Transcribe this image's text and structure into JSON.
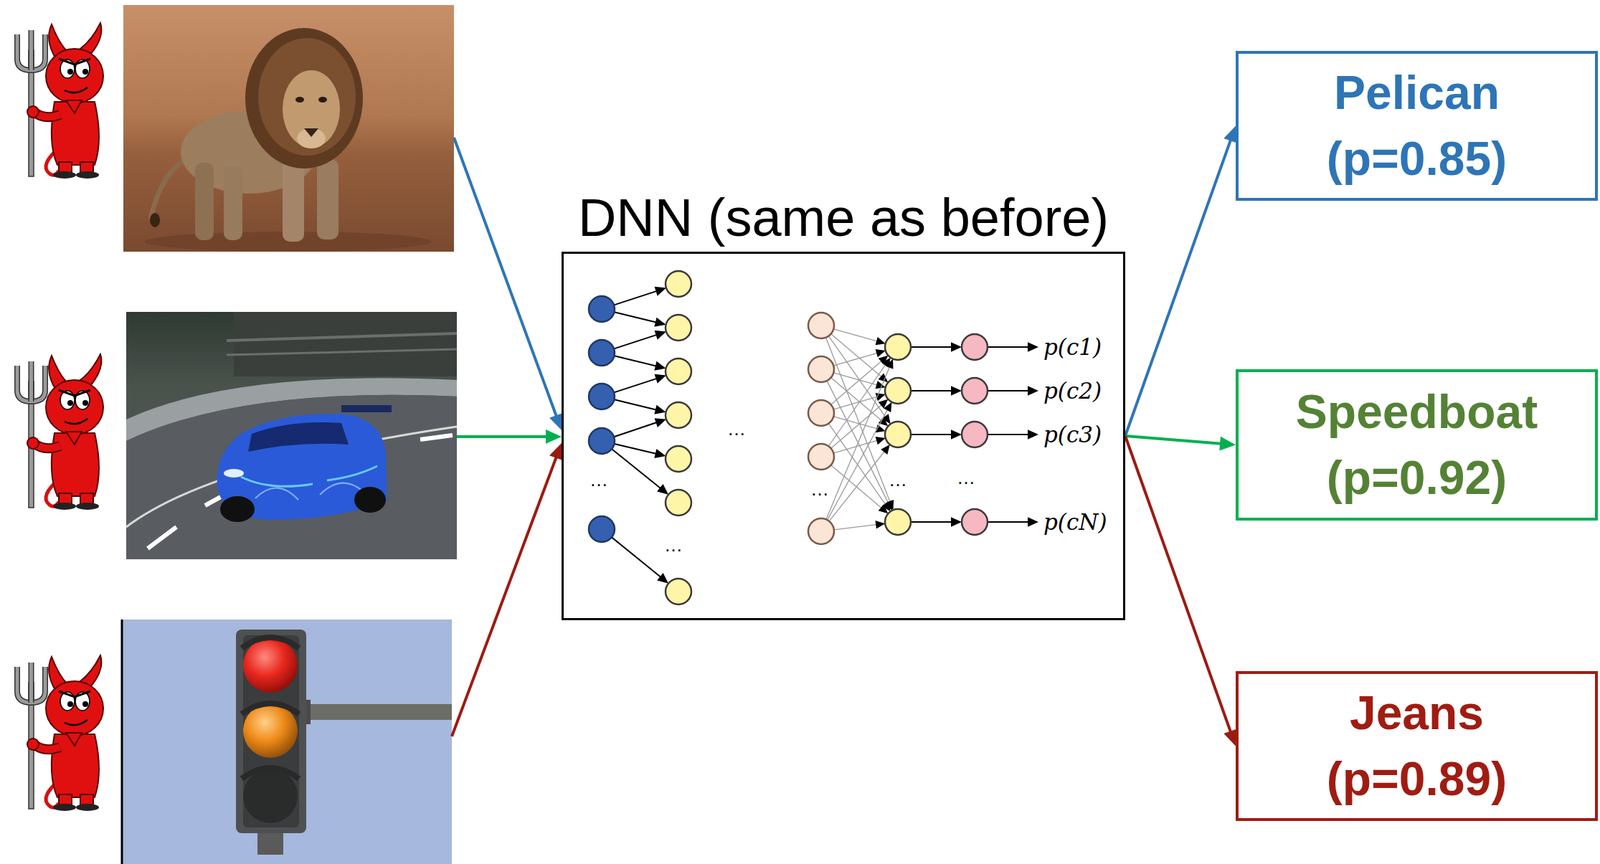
{
  "diagram": {
    "nodes": [
      {
        "text": [
          "DNN (same as before)"
        ]
      },
      {
        "text": [
          "Pelican",
          "(p=0.85)"
        ]
      },
      {
        "text": [
          "Speedboat",
          "(p=0.92)"
        ]
      },
      {
        "text": [
          "Jeans",
          "(p=0.89)"
        ]
      }
    ],
    "edges": [
      {
        "from": 0,
        "to": 1,
        "arrow": "to"
      },
      {
        "from": 0,
        "to": 2,
        "arrow": "to"
      },
      {
        "from": 0,
        "to": 3,
        "arrow": "to"
      }
    ],
    "labels": [
      "p(c1)",
      "p(c2)",
      "p(c3)",
      "p(cN)",
      "…",
      "…",
      "…",
      "…",
      "…",
      "…"
    ]
  }
}
